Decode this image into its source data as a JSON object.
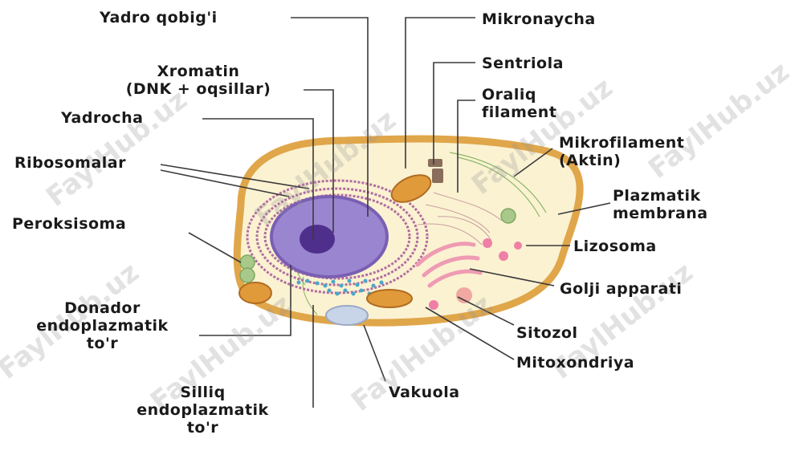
{
  "watermark": "FaylHub.uz",
  "labels": {
    "yadro_qobigi": "Yadro qobig'i",
    "xromatin_1": "Xromatin",
    "xromatin_2": "(DNK + oqsillar)",
    "yadrocha": "Yadrocha",
    "ribosomalar": "Ribosomalar",
    "peroksisoma": "Peroksisoma",
    "donador_1": "Donador",
    "donador_2": "endoplazmatik",
    "donador_3": "to'r",
    "silliq_1": "Silliq",
    "silliq_2": "endoplazmatik",
    "silliq_3": "to'r",
    "vakuola": "Vakuola",
    "mikronaycha": "Mikronaycha",
    "sentriola": "Sentriola",
    "oraliq_1": "Oraliq",
    "oraliq_2": "filament",
    "mikrofilament_1": "Mikrofilament",
    "mikrofilament_2": "(Aktin)",
    "plazmatik_1": "Plazmatik",
    "plazmatik_2": "membrana",
    "lizosoma": "Lizosoma",
    "golji": "Golji apparati",
    "sitozol": "Sitozol",
    "mitoxondriya": "Mitoxondriya"
  },
  "colors": {
    "membrane": "#e0a64a",
    "cytoplasm": "#fbf2d2",
    "nucleus": "#7b5fb3",
    "nucleolus": "#4f2f8c",
    "er": "#b06ea0",
    "mito": "#e09a3a",
    "golgi": "#ef9bb3",
    "ribosome": "#4aa8c8",
    "peroxisome": "#a8c98a",
    "vacuole": "#c8d4e8",
    "leader": "#3a3a3a"
  }
}
